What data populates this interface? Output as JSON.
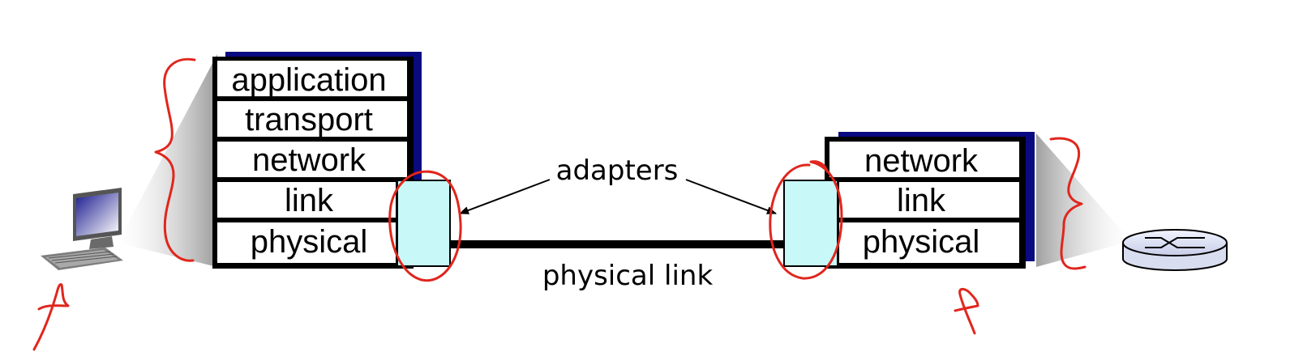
{
  "host_stack": {
    "layers": [
      "application",
      "transport",
      "network",
      "link",
      "physical"
    ]
  },
  "router_stack": {
    "layers": [
      "network",
      "link",
      "physical"
    ]
  },
  "labels": {
    "adapters": "adapters",
    "physical_link": "physical link"
  },
  "colors": {
    "stack_shadow": "#0a0a80",
    "adapter_fill": "#c8f8f8",
    "annotation_ink": "#e0261d",
    "link_line": "#000000"
  },
  "icons": {
    "host": "desktop-computer-icon",
    "router": "router-icon"
  }
}
